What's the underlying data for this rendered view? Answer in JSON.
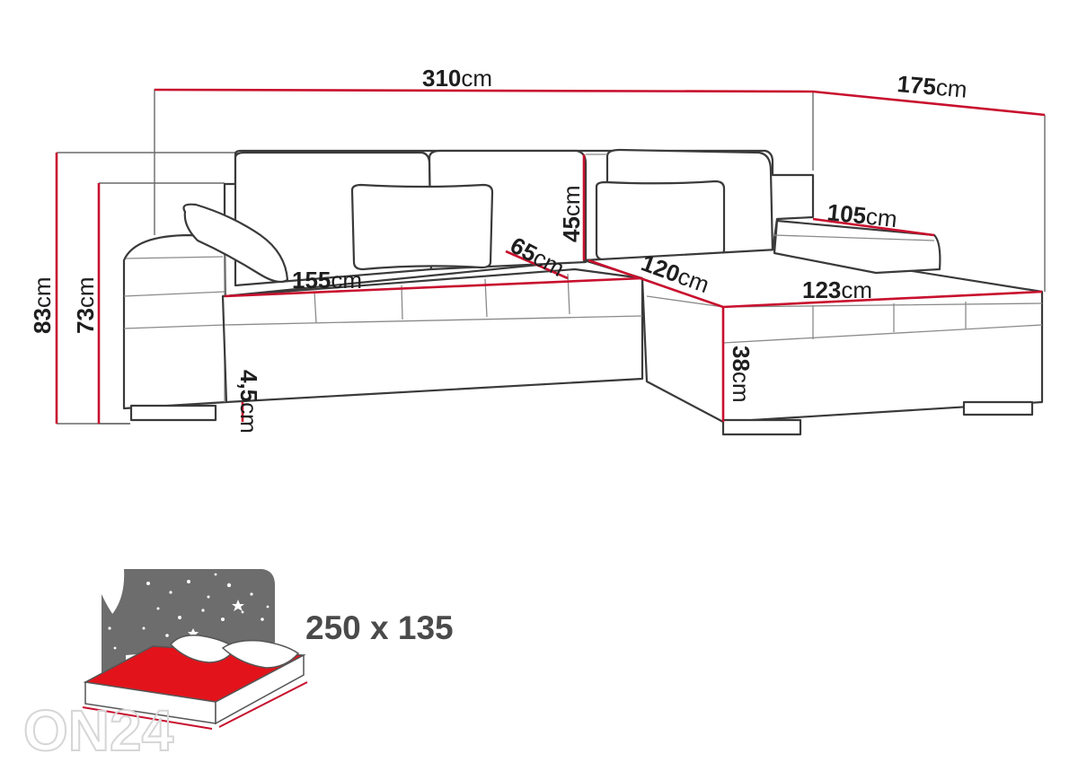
{
  "unit": "cm",
  "dimensions": {
    "total_width": "310",
    "depth_chaise": "175",
    "height_total": "83",
    "height_seat_back": "73",
    "back_cushion_height": "45",
    "seat_depth": "65",
    "main_seat_width": "155",
    "chaise_seat_depth": "120",
    "chaise_length": "123",
    "armrest_length": "105",
    "front_height": "38",
    "leg_height": "4,5"
  },
  "sleeping_area": "250 x 135",
  "watermark": "ON24",
  "colors": {
    "dimension_line": "#c8102e",
    "outline": "#3a3a3a",
    "night_sky": "#6d6d6d",
    "mattress": "#e3131b"
  },
  "icons": [
    "sofa-drawing",
    "sleeping-area-icon",
    "star-icon",
    "pillow-icon"
  ]
}
